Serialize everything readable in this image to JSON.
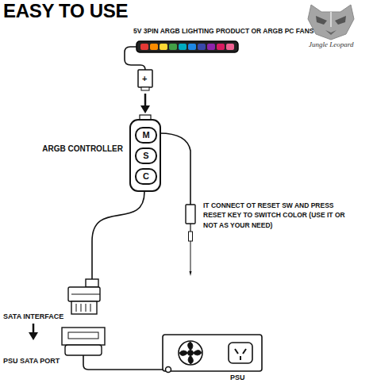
{
  "diagram": {
    "title": "EASY TO USE",
    "nodes": [
      {
        "text": [
          "ARGB CONTROLLER"
        ]
      },
      {
        "text": [
          "M"
        ],
        "in": 0
      },
      {
        "text": [
          "S"
        ],
        "in": 0
      },
      {
        "text": [
          "C"
        ],
        "in": 0
      }
    ],
    "labels": [
      "Jungle Leopard",
      "5V 3PIN ARGB LIGHTING PRODUCT OR ARGB PC FANS",
      "+",
      "IT CONNECT OT RESET SW AND PRESS RESET KEY TO SWITCH COLOR (USE IT OR NOT AS YOUR NEED)",
      "SATA INTERFACE",
      "PSU SATA PORT",
      "PSU"
    ]
  }
}
